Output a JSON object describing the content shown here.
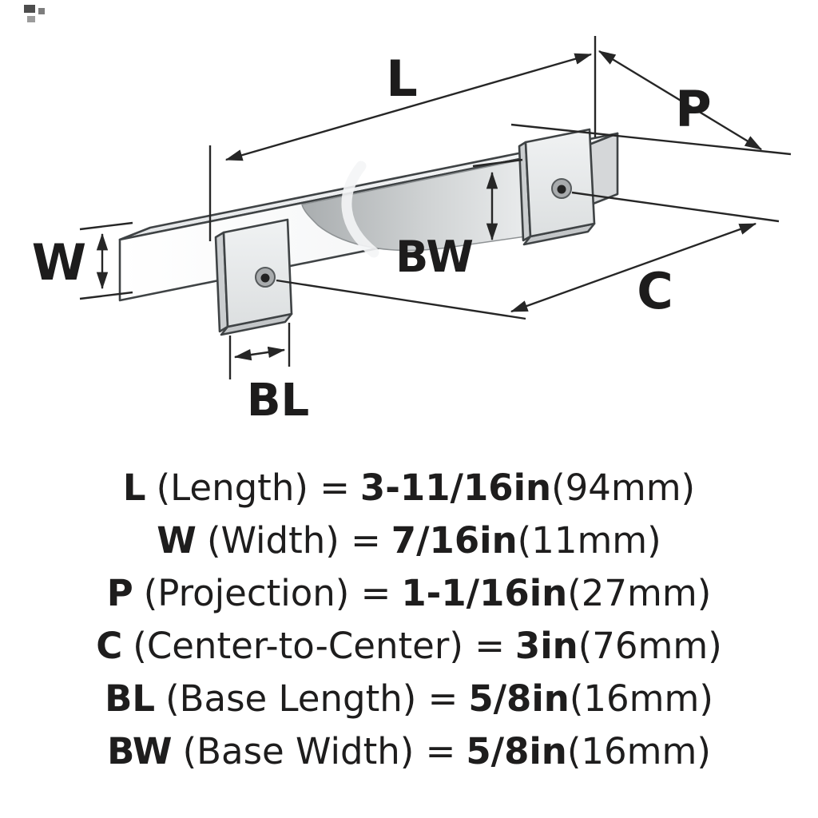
{
  "diagram": {
    "labels": {
      "length": "L",
      "projection": "P",
      "width": "W",
      "base_width": "BW",
      "center": "C",
      "base_length": "BL"
    }
  },
  "legend": {
    "rows": [
      {
        "key": "L",
        "name": "(Length) =",
        "value": "3-11/16in",
        "metric": "(94mm)"
      },
      {
        "key": "W",
        "name": "(Width) =",
        "value": "7/16in",
        "metric": "(11mm)"
      },
      {
        "key": "P",
        "name": "(Projection) =",
        "value": "1-1/16in",
        "metric": "(27mm)"
      },
      {
        "key": "C",
        "name": "(Center-to-Center) =",
        "value": "3in",
        "metric": "(76mm)"
      },
      {
        "key": "BL",
        "name": "(Base Length) =",
        "value": "5/8in",
        "metric": "(16mm)"
      },
      {
        "key": "BW",
        "name": "(Base Width) =",
        "value": "5/8in",
        "metric": "(16mm)"
      }
    ]
  }
}
